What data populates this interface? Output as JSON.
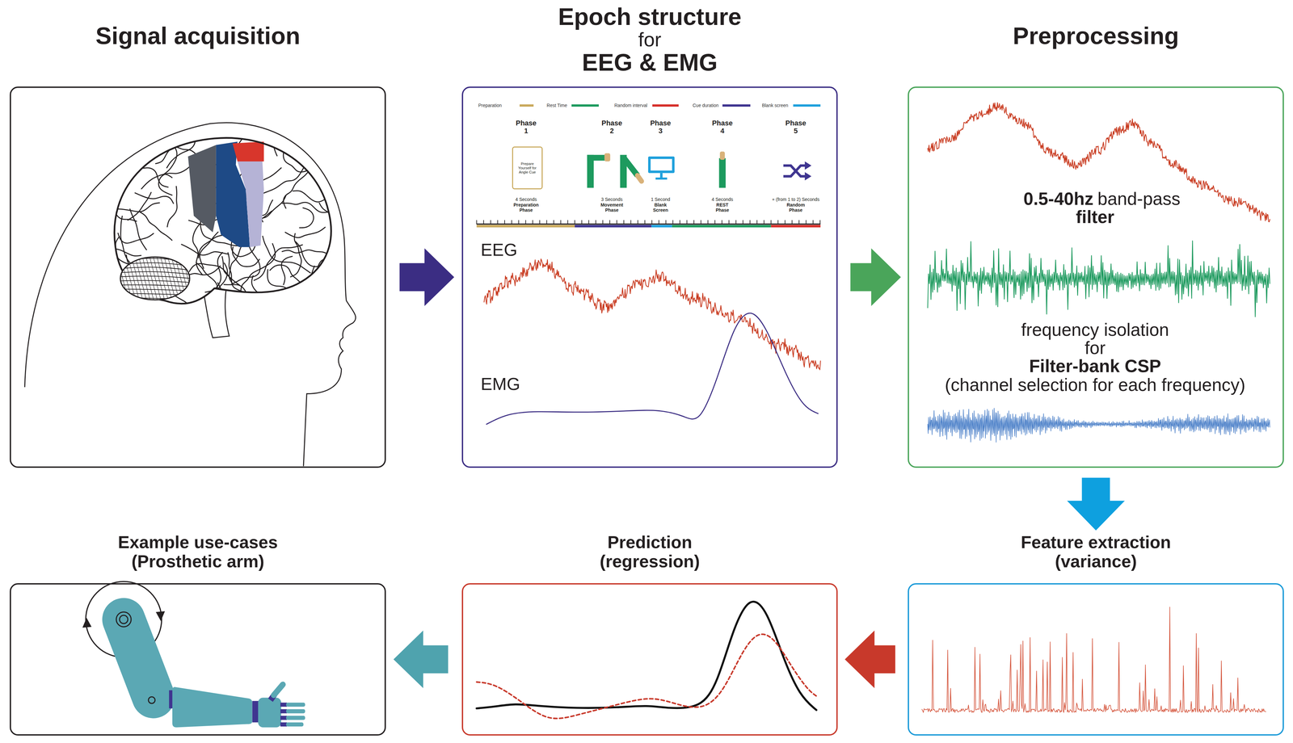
{
  "diagram": {
    "nodes": [
      {
        "text": [
          "Signal acquisition"
        ]
      },
      {
        "text": [
          "Epoch structure",
          "for",
          "EEG & EMG"
        ]
      },
      {
        "text": [
          "Prepare Yourself for Angle Cue"
        ],
        "in": 1
      },
      {
        "text": [
          "Preprocessing"
        ]
      },
      {
        "text": [
          "Example use-cases (Prosthetic arm)"
        ]
      },
      {
        "text": [
          "Prediction (regression)"
        ]
      },
      {
        "text": [
          "Feature extraction (variance)"
        ]
      }
    ],
    "edges": [
      {
        "from": 0,
        "to": 1,
        "arrow": "to"
      },
      {
        "from": 1,
        "to": 3,
        "arrow": "to"
      },
      {
        "from": 3,
        "to": 6,
        "arrow": "to"
      },
      {
        "from": 6,
        "to": 5,
        "arrow": "to"
      },
      {
        "from": 5,
        "to": 4,
        "arrow": "to"
      }
    ],
    "labels": [
      "Phase 1",
      "Phase 2",
      "Phase 3",
      "Phase 4",
      "Phase 5",
      "4 Seconds",
      "Preparation Phase",
      "3 Seconds",
      "Movement Phase",
      "1 Second",
      "Blank Screen",
      "4 Seconds",
      "REST Phase",
      "+ (from 1 to 2) Seconds",
      "Random Phase",
      "EEG",
      "EMG",
      "0.5-40hz",
      "band-pass",
      "filter",
      "frequency isolation",
      "for",
      "Filter-bank CSP",
      "(channel selection for each frequency)"
    ],
    "legend": [
      {
        "text": "Preparation",
        "color": "#c9a95c"
      },
      {
        "text": "Rest Time",
        "color": "#1d9a5e"
      },
      {
        "text": "Random interval",
        "color": "#d62f2a"
      },
      {
        "text": "Cue duration",
        "color": "#3f3590"
      },
      {
        "text": "Blank screen",
        "color": "#1ea0dc"
      }
    ]
  }
}
